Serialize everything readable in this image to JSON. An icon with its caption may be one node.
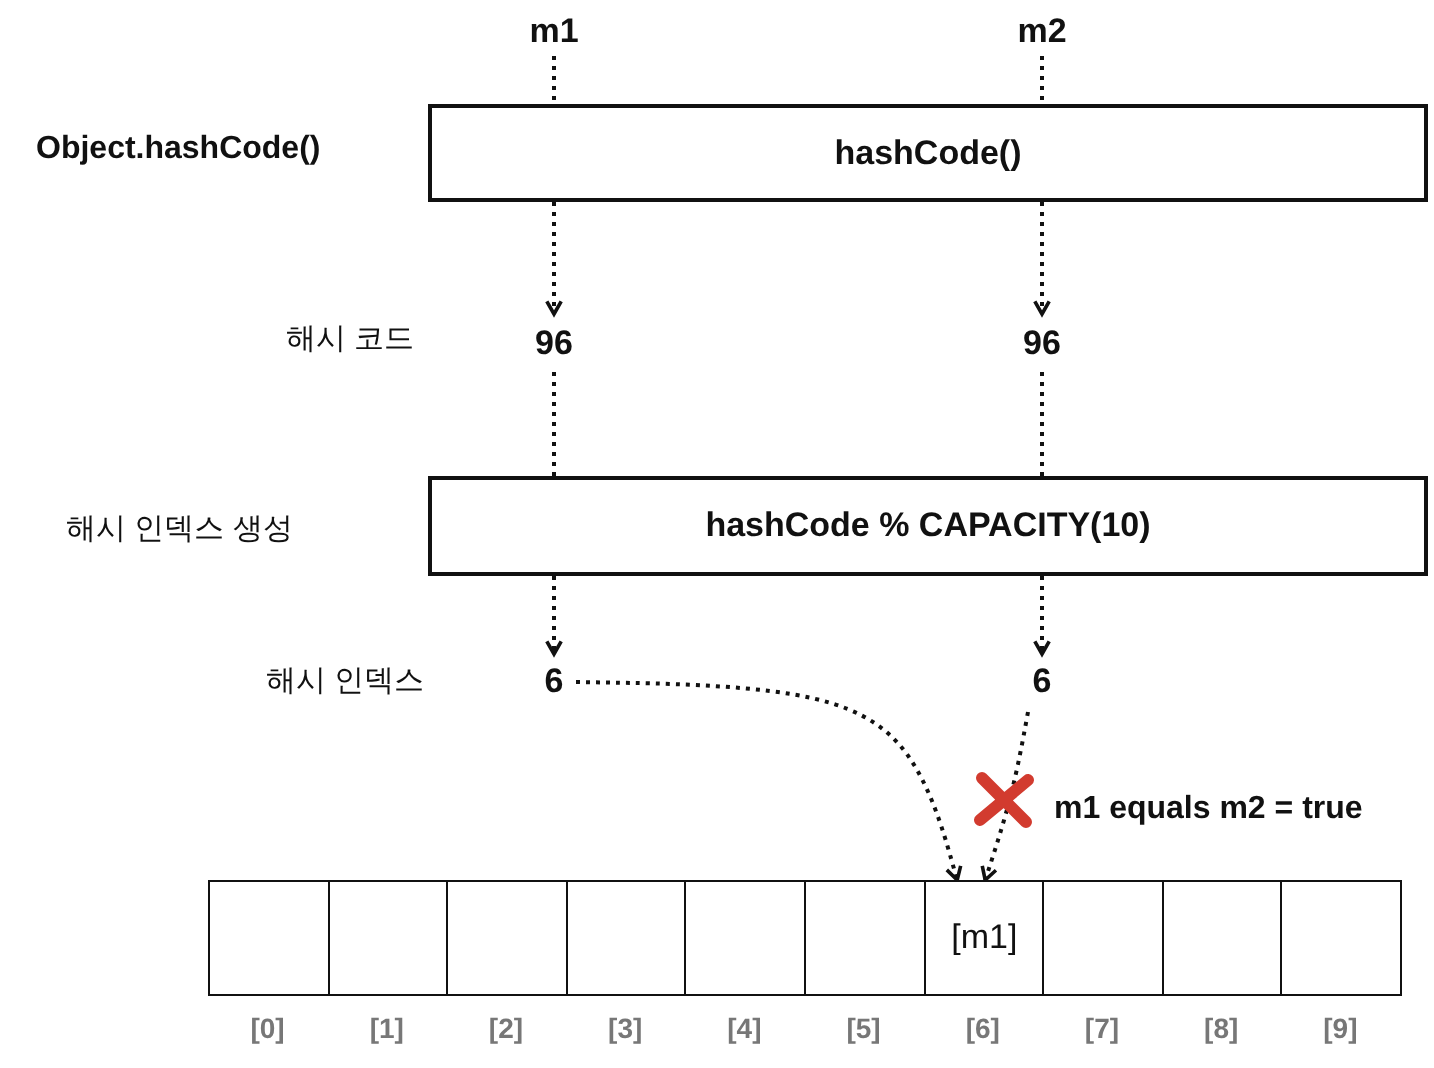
{
  "diagram": {
    "nodes": [
      {
        "text": [
          "m1"
        ]
      },
      {
        "text": [
          "m2"
        ]
      },
      {
        "text": [
          "hashCode()"
        ]
      },
      {
        "text": [
          "96"
        ]
      },
      {
        "text": [
          "96"
        ]
      },
      {
        "text": [
          "hashCode % CAPACITY(10)"
        ]
      },
      {
        "text": [
          "6"
        ]
      },
      {
        "text": [
          "6"
        ]
      },
      {
        "text": [],
        "shape": "box",
        "beside": [
          "[0]"
        ]
      },
      {
        "text": [],
        "shape": "box",
        "beside": [
          "[1]"
        ]
      },
      {
        "text": [],
        "shape": "box",
        "beside": [
          "[2]"
        ]
      },
      {
        "text": [],
        "shape": "box",
        "beside": [
          "[3]"
        ]
      },
      {
        "text": [],
        "shape": "box",
        "beside": [
          "[4]"
        ]
      },
      {
        "text": [],
        "shape": "box",
        "beside": [
          "[5]"
        ]
      },
      {
        "text": [
          "[m1]"
        ],
        "beside": [
          "[6]"
        ]
      },
      {
        "text": [],
        "shape": "box",
        "beside": [
          "[7]"
        ]
      },
      {
        "text": [],
        "shape": "box",
        "beside": [
          "[8]"
        ]
      },
      {
        "text": [],
        "shape": "box",
        "beside": [
          "[9]"
        ]
      }
    ],
    "edges": [
      {
        "from": 0,
        "to": 2,
        "arrow": "none",
        "style": "dashed"
      },
      {
        "from": 1,
        "to": 2,
        "arrow": "none",
        "style": "dashed"
      },
      {
        "from": 2,
        "to": 3,
        "arrow": "to",
        "style": "dashed"
      },
      {
        "from": 2,
        "to": 4,
        "arrow": "to",
        "style": "dashed"
      },
      {
        "from": 3,
        "to": 5,
        "arrow": "none",
        "style": "dashed"
      },
      {
        "from": 4,
        "to": 5,
        "arrow": "none",
        "style": "dashed"
      },
      {
        "from": 5,
        "to": 6,
        "arrow": "to",
        "style": "dashed"
      },
      {
        "from": 5,
        "to": 7,
        "arrow": "to",
        "style": "dashed"
      },
      {
        "from": 6,
        "to": 14,
        "arrow": "to",
        "style": "dashed"
      },
      {
        "from": 7,
        "to": 14,
        "arrow": "to",
        "style": "dashed"
      }
    ],
    "labels": [
      "Object.hashCode()",
      "해시 코드",
      "해시 인덱스 생성",
      "해시 인덱스",
      "m1 equals m2 = true"
    ]
  }
}
